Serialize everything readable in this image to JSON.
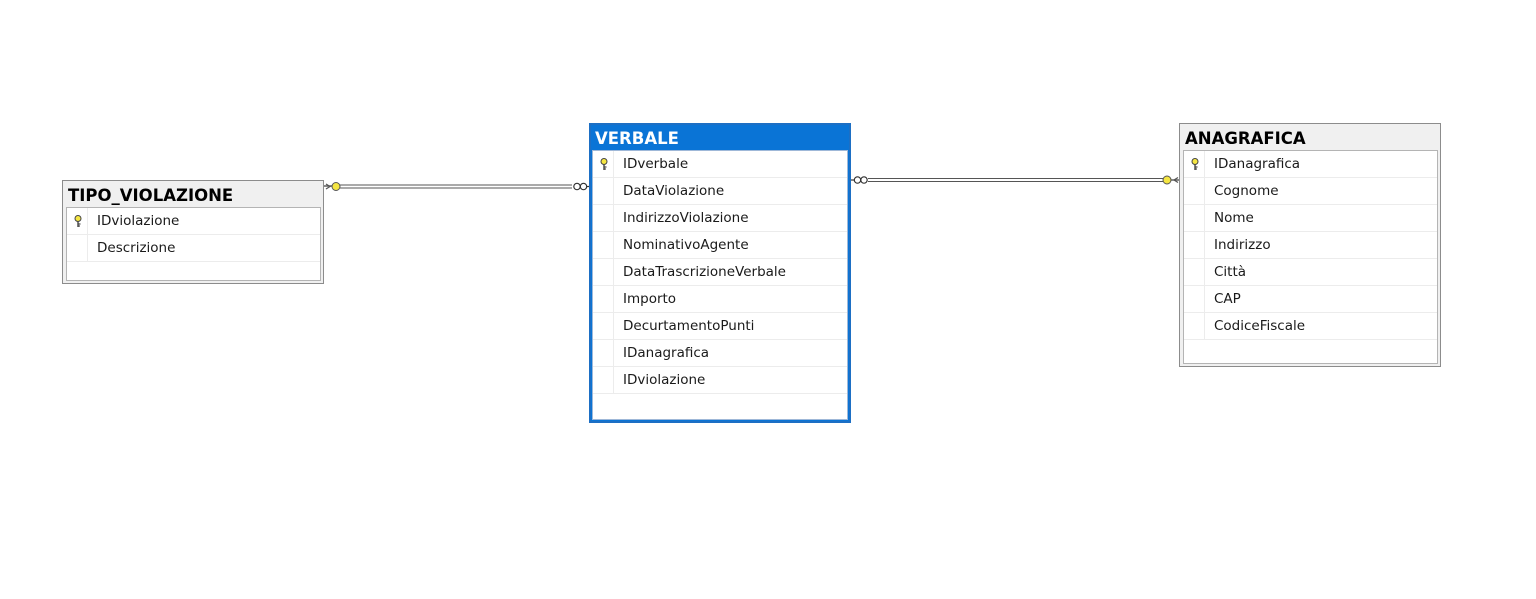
{
  "diagram": {
    "tables": [
      {
        "id": "tipo_violazione",
        "title": "TIPO_VIOLAZIONE",
        "selected": false,
        "columns": [
          {
            "name": "IDviolazione",
            "primary_key": true
          },
          {
            "name": "Descrizione",
            "primary_key": false
          }
        ]
      },
      {
        "id": "verbale",
        "title": "VERBALE",
        "selected": true,
        "columns": [
          {
            "name": "IDverbale",
            "primary_key": true
          },
          {
            "name": "DataViolazione",
            "primary_key": false
          },
          {
            "name": "IndirizzoViolazione",
            "primary_key": false
          },
          {
            "name": "NominativoAgente",
            "primary_key": false
          },
          {
            "name": "DataTrascrizioneVerbale",
            "primary_key": false
          },
          {
            "name": "Importo",
            "primary_key": false
          },
          {
            "name": "DecurtamentoPunti",
            "primary_key": false
          },
          {
            "name": "IDanagrafica",
            "primary_key": false
          },
          {
            "name": "IDviolazione",
            "primary_key": false
          }
        ]
      },
      {
        "id": "anagrafica",
        "title": "ANAGRAFICA",
        "selected": false,
        "columns": [
          {
            "name": "IDanagrafica",
            "primary_key": true
          },
          {
            "name": "Cognome",
            "primary_key": false
          },
          {
            "name": "Nome",
            "primary_key": false
          },
          {
            "name": "Indirizzo",
            "primary_key": false
          },
          {
            "name": "Città",
            "primary_key": false
          },
          {
            "name": "CAP",
            "primary_key": false
          },
          {
            "name": "CodiceFiscale",
            "primary_key": false
          }
        ]
      }
    ],
    "relationships": [
      {
        "one_side": "tipo_violazione",
        "many_side": "verbale"
      },
      {
        "one_side": "anagrafica",
        "many_side": "verbale"
      }
    ]
  },
  "colors": {
    "selected_header": "#0a74d6",
    "header": "#f0f0f0",
    "key_icon": "#f5e642",
    "relationship_line": "#555555"
  },
  "icons": {
    "primary_key": "key-icon",
    "one_end": "key-end-icon",
    "many_end": "infinity-icon"
  }
}
